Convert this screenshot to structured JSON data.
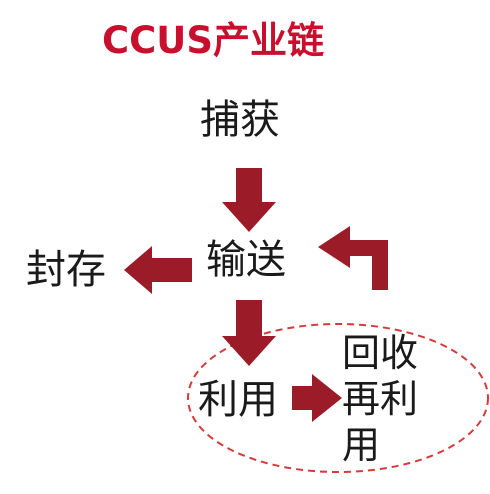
{
  "title": "CCUS产业链",
  "nodes": {
    "capture": "捕获",
    "transport": "输送",
    "storage": "封存",
    "utilization": "利用",
    "reuse_line1": "回收",
    "reuse_line2": "再利",
    "reuse_line3": "用"
  },
  "colors": {
    "title": "#c8102e",
    "arrow": "#9b1c28",
    "dashed_ellipse": "#d63a3a",
    "text": "#1a1a1a"
  },
  "icons": {
    "arrow_down": "arrow-down-icon",
    "arrow_left": "arrow-left-icon",
    "arrow_right": "arrow-right-icon",
    "return_arrow": "return-arrow-icon"
  }
}
